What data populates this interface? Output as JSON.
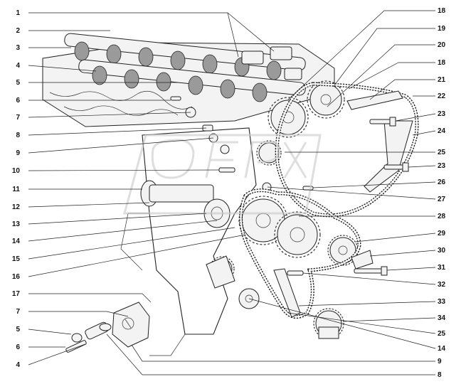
{
  "diagram": {
    "left_callouts": [
      "1",
      "2",
      "3",
      "4",
      "5",
      "6",
      "7",
      "8",
      "9",
      "10",
      "11",
      "12",
      "13",
      "14",
      "15",
      "16",
      "17",
      "7",
      "5",
      "6",
      "4"
    ],
    "right_callouts": [
      "18",
      "19",
      "20",
      "18",
      "21",
      "22",
      "23",
      "24",
      "25",
      "23",
      "26",
      "27",
      "28",
      "29",
      "30",
      "31",
      "32",
      "33",
      "34",
      "25",
      "14",
      "9",
      "8"
    ],
    "colors": {
      "ink": "#222222",
      "paper": "#ffffff",
      "shade": "#9a9a9a",
      "watermark": "#c8c8c8"
    }
  }
}
